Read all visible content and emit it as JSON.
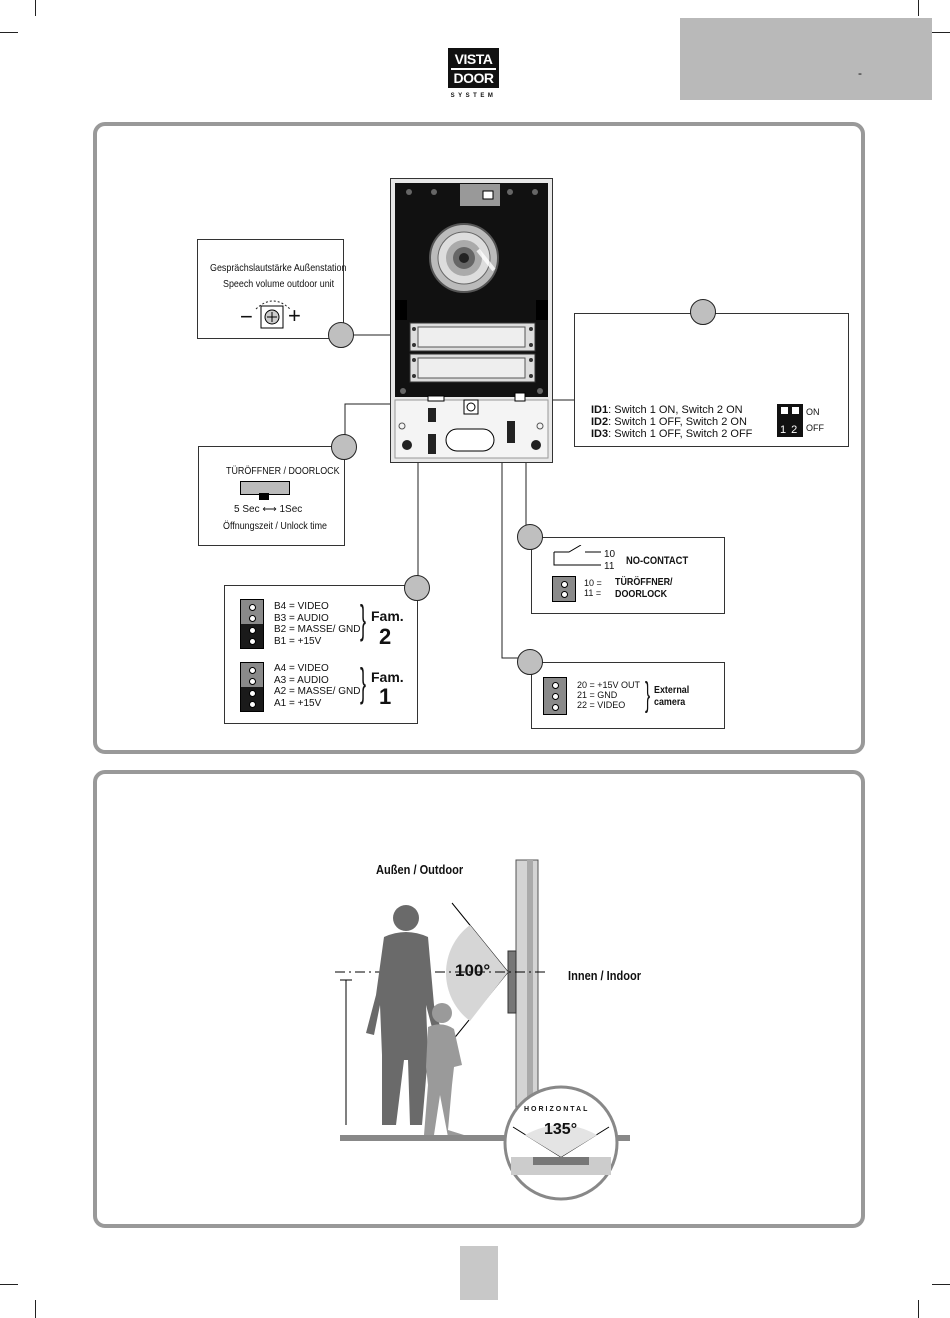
{
  "logo": {
    "line1": "VISTA",
    "line2": "DOOR",
    "sub": "SYSTEM"
  },
  "header": {
    "dash": "-"
  },
  "speech_volume": {
    "label_de": "Gesprächslautstärke Außenstation",
    "label_en": "Speech volume outdoor unit",
    "minus": "−",
    "plus": "+"
  },
  "id_switch": {
    "rows": [
      {
        "id": "ID1",
        "text": ": Switch 1 ON, Switch 2 ON"
      },
      {
        "id": "ID2",
        "text": ": Switch 1 OFF, Switch 2 ON"
      },
      {
        "id": "ID3",
        "text": ": Switch 1 OFF, Switch 2 OFF"
      }
    ],
    "on_label": "ON",
    "off_label": "OFF",
    "switch_numbers": "1 2"
  },
  "doorlock_timer": {
    "title": "TÜRÖFFNER / DOORLOCK",
    "range_left": "5 Sec",
    "range_arrow": "⟷",
    "range_right": "1Sec",
    "caption": "Öffnungszeit / Unlock time"
  },
  "no_contact": {
    "pin_top": "10",
    "pin_bottom": "11",
    "label": "NO-CONTACT",
    "term_pins": "10 =\n11 =",
    "term_label_1": "TÜRÖFFNER/",
    "term_label_2": "DOORLOCK"
  },
  "external_camera": {
    "lines": [
      "20 = +15V OUT",
      "21 = GND",
      "22 = VIDEO"
    ],
    "label_1": "External",
    "label_2": "camera"
  },
  "families": {
    "fam2": {
      "lines": [
        "B4 = VIDEO",
        "B3 = AUDIO",
        "B2 = MASSE/ GND",
        "B1 = +15V"
      ],
      "label": "Fam.",
      "number": "2"
    },
    "fam1": {
      "lines": [
        "A4 = VIDEO",
        "A3 = AUDIO",
        "A2 = MASSE/ GND",
        "A1 = +15V"
      ],
      "label": "Fam.",
      "number": "1"
    }
  },
  "install": {
    "outdoor": "Außen / Outdoor",
    "indoor": "Innen / Indoor",
    "vertical_angle": "100°",
    "horizontal_title": "HORIZONTAL",
    "horizontal_angle": "135°"
  },
  "colors": {
    "panel_border": "#999999",
    "callout_circle": "#bfbfbf",
    "header_block": "#b9b9b9"
  }
}
